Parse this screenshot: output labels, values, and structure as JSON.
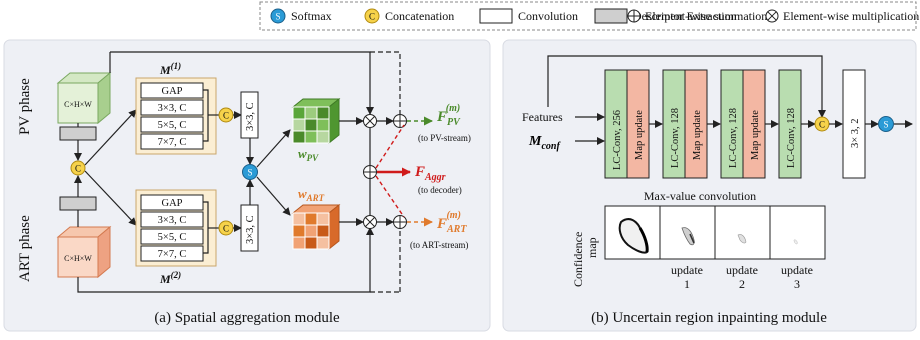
{
  "legend": {
    "softmax": "Softmax",
    "concat": "Concatenation",
    "conv": "Convolution",
    "descriptor": "Descriptor Extraction",
    "sum": "Element-wise summation",
    "mult": "Element-wise multiplication",
    "softmax_symbol": "S",
    "concat_symbol": "C"
  },
  "left": {
    "pv_phase": "PV phase",
    "art_phase": "ART phase",
    "tensor_label": "C×H×W",
    "m1": "M",
    "m1_sup": "(1)",
    "m2": "M",
    "m2_sup": "(2)",
    "branches": [
      "GAP",
      "3×3, C",
      "5×5, C",
      "7×7, C"
    ],
    "conv_label": "3×3, C",
    "w_pv": "w",
    "w_pv_sub": "PV",
    "w_art": "w",
    "w_art_sub": "ART",
    "f_pv": "F",
    "f_pv_sub": "PV",
    "f_pv_sup": "(m)",
    "f_pv_note": "(to PV-stream)",
    "f_aggr": "F",
    "f_aggr_sub": "Aggr",
    "f_aggr_note": "(to decoder)",
    "f_art": "F",
    "f_art_sub": "ART",
    "f_art_sup": "(m)",
    "f_art_note": "(to ART-stream)",
    "caption": "(a) Spatial aggregation module"
  },
  "right": {
    "features": "Features",
    "mconf": "M",
    "mconf_sub": "conf",
    "blocks": [
      {
        "conv": "LC-Conv, 256",
        "update": "Map update"
      },
      {
        "conv": "LC-Conv, 128",
        "update": "Map update"
      },
      {
        "conv": "LC-Conv, 128",
        "update": "Map update"
      },
      {
        "conv": "LC-Conv, 128"
      }
    ],
    "final_conv": "3× 3, 2",
    "maxval_title": "Max-value convolution",
    "confidence": "Confidence",
    "map": "map",
    "updates": [
      {
        "label": "update",
        "num": "1"
      },
      {
        "label": "update",
        "num": "2"
      },
      {
        "label": "update",
        "num": "3"
      }
    ],
    "caption": "(b) Uncertain region inpainting module"
  },
  "colors": {
    "green": "#5a9e3a",
    "light_green": "#b7d7a0",
    "orange": "#e07a2c",
    "red": "#d01b1b",
    "softmax_blue": "#2b9bd6",
    "concat_yellow": "#f6d24a",
    "descriptor_gray": "#cfcfcf",
    "panel_bg": "#eef0f5",
    "module_bg": "#fbeed3",
    "lcconv_green": "#b9ddb0",
    "mapupdate_pink": "#f3b7a3"
  }
}
